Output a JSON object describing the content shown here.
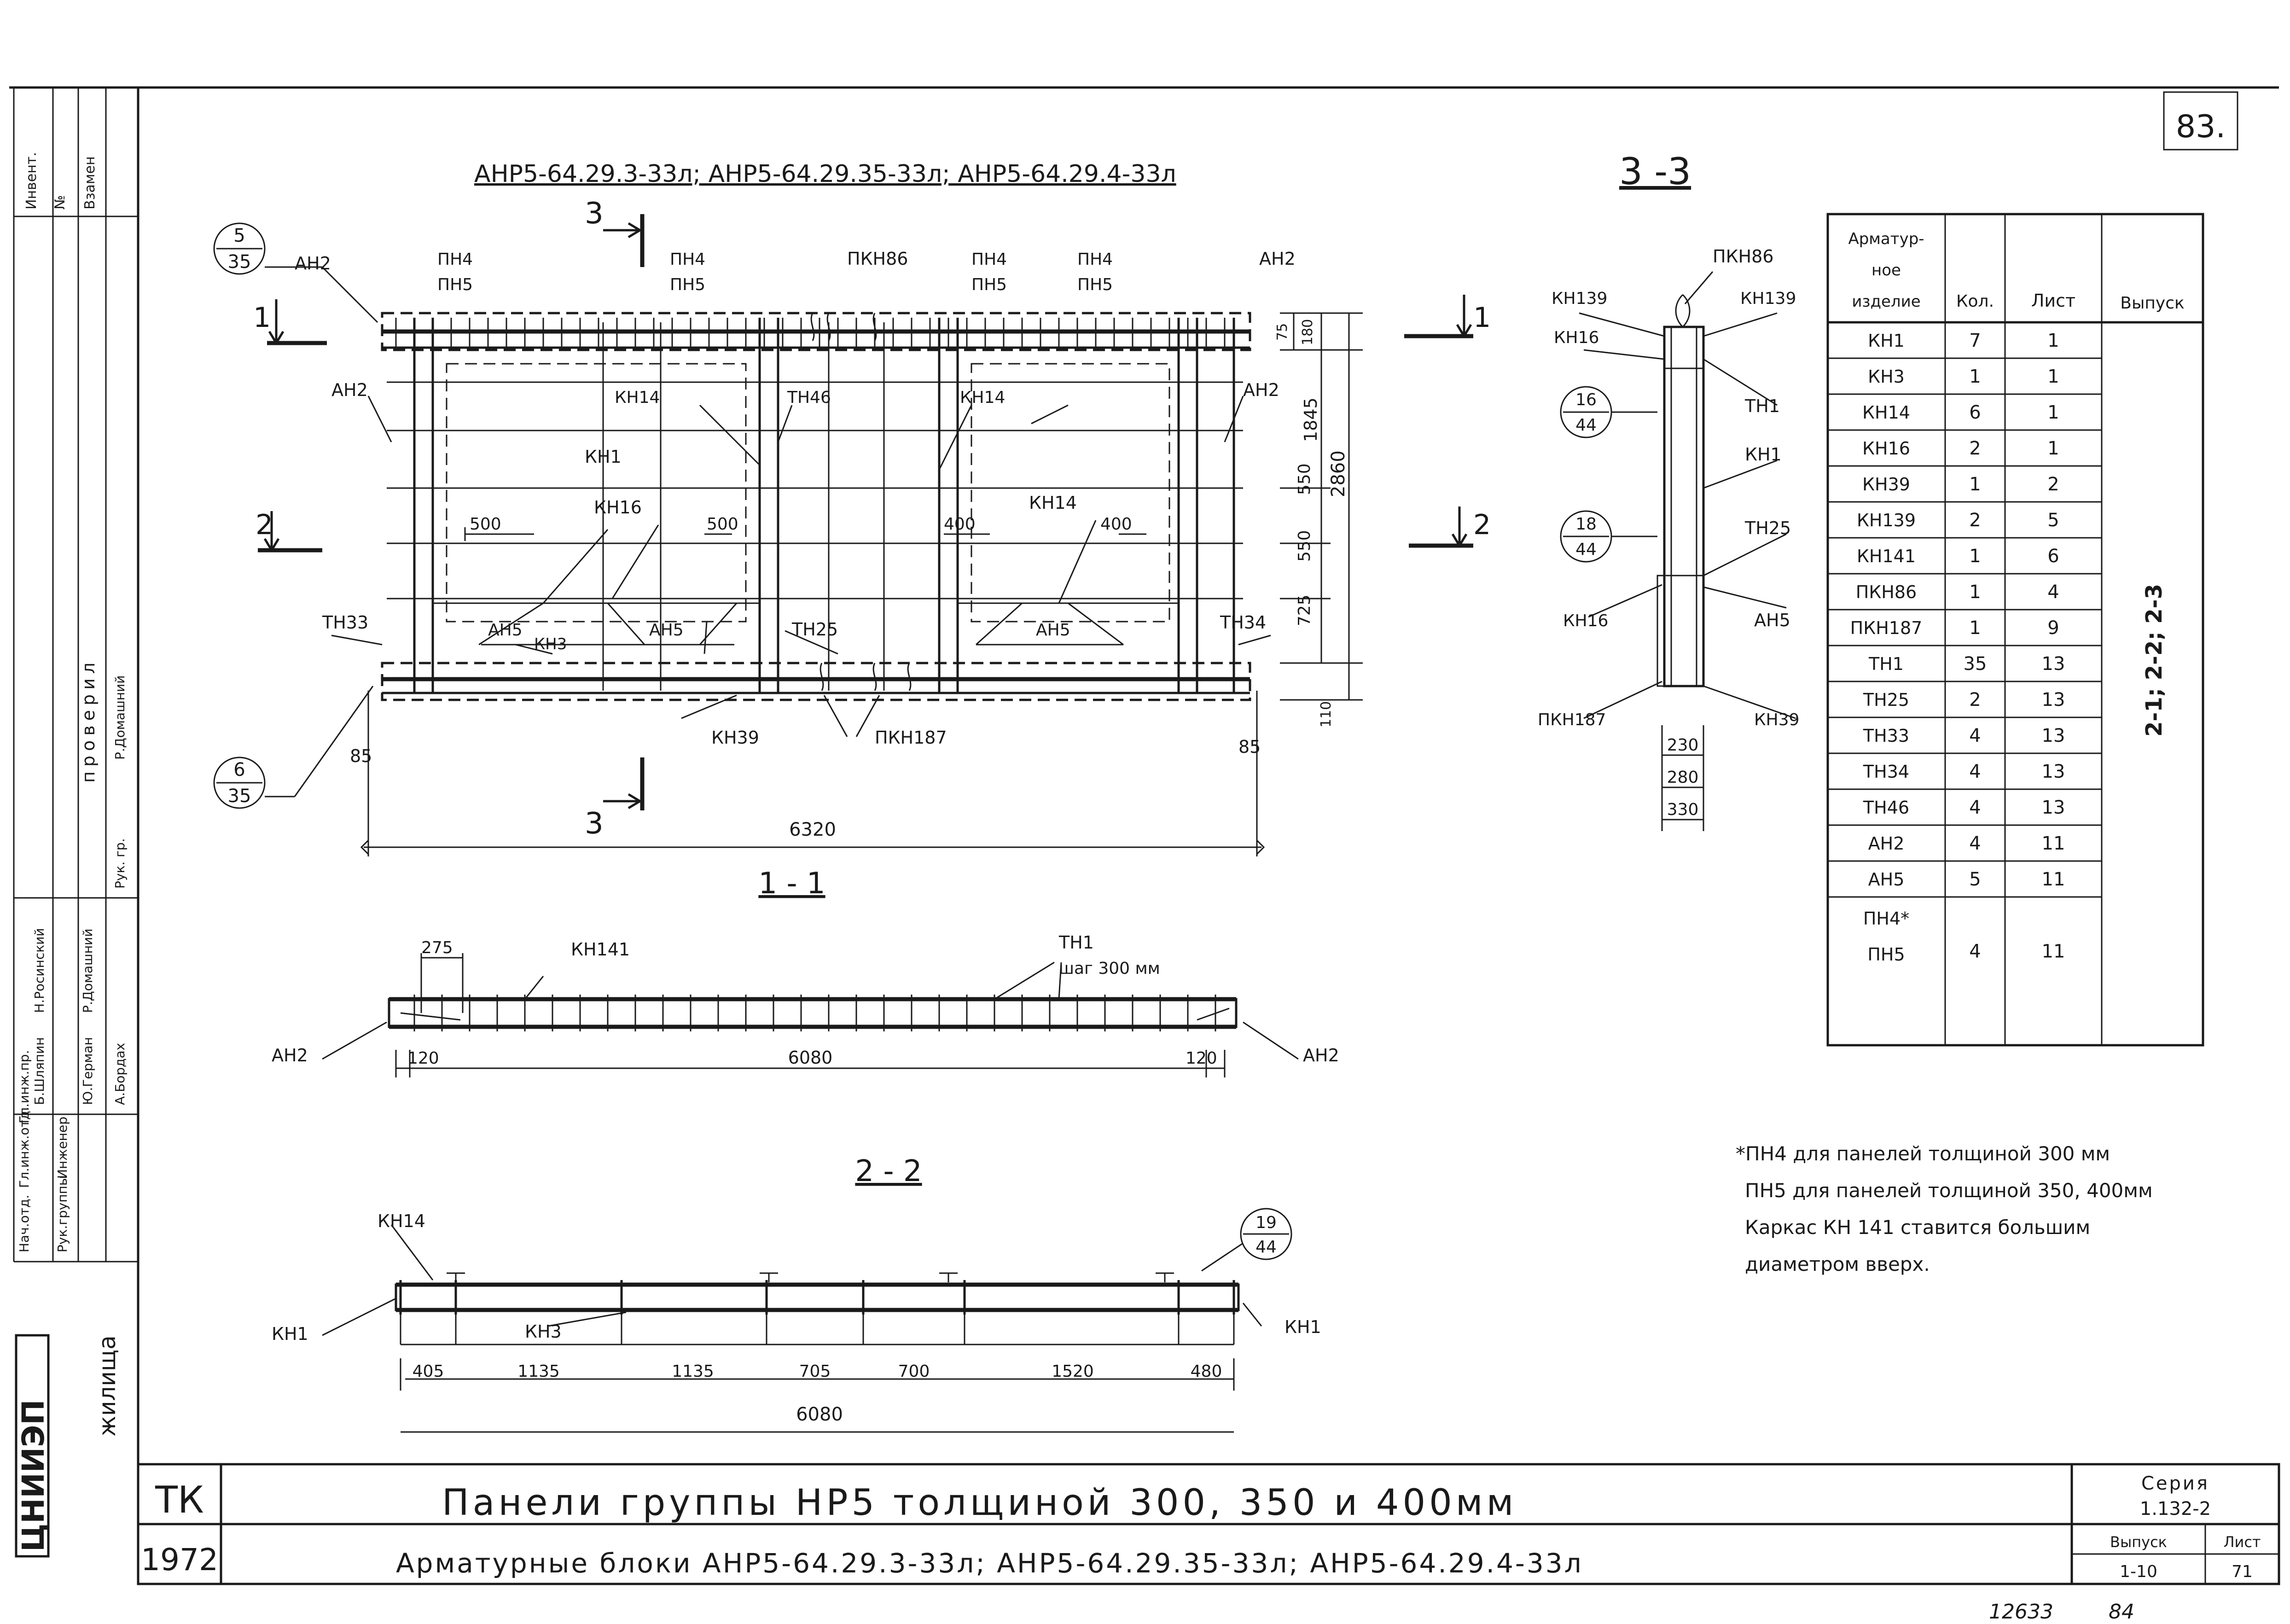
{
  "sheet_number": "83.",
  "header_title": "АНР5-64.29.3-33л;  АНР5-64.29.35-33л;  АНР5-64.29.4-33л",
  "markers": {
    "circle_5_35": {
      "top": "5",
      "bottom": "35"
    },
    "circle_6_35": {
      "top": "6",
      "bottom": "35"
    },
    "circle_16_44": {
      "top": "16",
      "bottom": "44"
    },
    "circle_18_44": {
      "top": "18",
      "bottom": "44"
    },
    "circle_19_44": {
      "top": "19",
      "bottom": "44"
    }
  },
  "section_marks": {
    "s1": "1",
    "s2": "2",
    "s3": "3"
  },
  "elevation": {
    "labels": [
      "АН2",
      "ПН4",
      "ПН5",
      "ПН4",
      "ПН5",
      "ПКН86",
      "ПН4",
      "ПН5",
      "ПН4",
      "ПН5",
      "АН2",
      "АН2",
      "КН14",
      "ТН46",
      "КН14",
      "АН2",
      "КН1",
      "КН16",
      "КН14",
      "ТН33",
      "АН5",
      "КН3",
      "АН5",
      "ТН25",
      "АН5",
      "ТН34",
      "КН39",
      "ПКН187"
    ],
    "dims": [
      "500",
      "500",
      "400",
      "400",
      "550",
      "550",
      "725",
      "75",
      "180",
      "1845",
      "2860",
      "110",
      "85",
      "85",
      "6320"
    ]
  },
  "section_11": {
    "title": "1 - 1",
    "labels": [
      "КН141",
      "ТН1",
      "шаг 300 мм",
      "АН2",
      "АН2"
    ],
    "dims": [
      "275",
      "120",
      "6080",
      "120"
    ]
  },
  "section_22": {
    "title": "2 - 2",
    "labels": [
      "КН14",
      "КН1",
      "КН3",
      "КН1"
    ],
    "dims": [
      "405",
      "1135",
      "1135",
      "705",
      "700",
      "1520",
      "480",
      "6080"
    ]
  },
  "section_33": {
    "title": "3 -3",
    "labels": [
      "ПКН86",
      "КН139",
      "КН139",
      "КН16",
      "ТН1",
      "КН1",
      "ТН25",
      "КН16",
      "АН5",
      "ПКН187",
      "КН39"
    ],
    "dims": [
      "230",
      "280",
      "330"
    ]
  },
  "spec_table": {
    "headers": [
      "Арматур-\nное\nизделие",
      "Кол.",
      "Лист",
      "Выпуск"
    ],
    "rows": [
      [
        "КН1",
        "7",
        "1"
      ],
      [
        "КН3",
        "1",
        "1"
      ],
      [
        "КН14",
        "6",
        "1"
      ],
      [
        "КН16",
        "2",
        "1"
      ],
      [
        "КН39",
        "1",
        "2"
      ],
      [
        "КН139",
        "2",
        "5"
      ],
      [
        "КН141",
        "1",
        "6"
      ],
      [
        "ПКН86",
        "1",
        "4"
      ],
      [
        "ПКН187",
        "1",
        "9"
      ],
      [
        "ТН1",
        "35",
        "13"
      ],
      [
        "ТН25",
        "2",
        "13"
      ],
      [
        "ТН33",
        "4",
        "13"
      ],
      [
        "ТН34",
        "4",
        "13"
      ],
      [
        "ТН46",
        "4",
        "13"
      ],
      [
        "АН2",
        "4",
        "11"
      ],
      [
        "АН5",
        "5",
        "11"
      ],
      [
        "ПН4*\nПН5",
        "4",
        "11"
      ]
    ],
    "vypusk": "2-1; 2-2; 2-3"
  },
  "notes": [
    "*ПН4 для панелей толщиной 300 мм",
    "ПН5 для панелей толщиной 350, 400мм",
    "Каркас КН 141 ставится большим",
    "диаметром вверх."
  ],
  "left_strip": {
    "top_box": [
      "Инвент.",
      "№",
      "Взамен"
    ],
    "roles": [
      "Нач.отд.",
      "Гл.инж.отд.",
      "Гл.инж.пр.",
      "Рук.группы",
      "Инженер"
    ],
    "names": [
      "Б.Шляпин",
      "Н.Росинский",
      "Ю.Герман",
      "Р.Домашний",
      "А.Бордах"
    ],
    "check_label": "проверил",
    "check_row": [
      "Рук. гр.",
      "Р.Домашний"
    ],
    "logo": "ЦНИИЭП",
    "logo_sub": "жилища"
  },
  "title_block": {
    "tk": "ТК",
    "year": "1972",
    "line1": "Панели   группы   НР5   толщиной   300, 350 и 400мм",
    "line2": "Арматурные   блоки   АНР5-64.29.3-33л;  АНР5-64.29.35-33л;  АНР5-64.29.4-33л",
    "seria_label": "Серия",
    "seria_value": "1.132-2",
    "vypusk_label": "Выпуск",
    "vypusk_value": "1-10",
    "list_label": "Лист",
    "list_value": "71"
  },
  "footer_numbers": [
    "12633",
    "84"
  ]
}
